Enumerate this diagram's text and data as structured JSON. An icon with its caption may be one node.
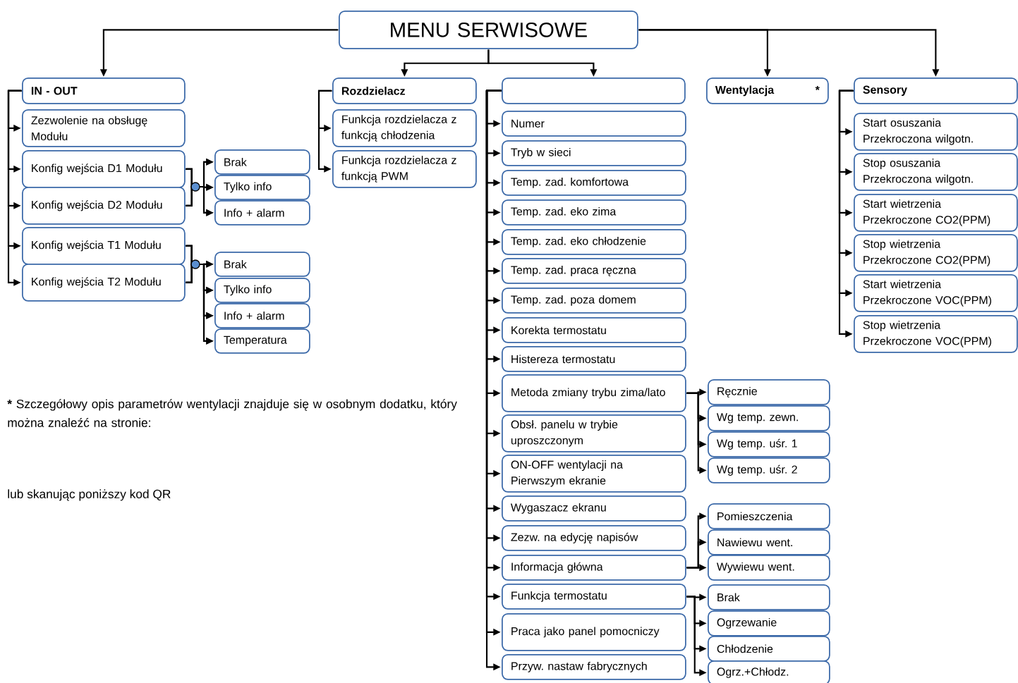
{
  "diagram": {
    "nodes": [
      {
        "text": [
          "MENU SERWISOWE"
        ]
      },
      {
        "text": [
          "IN - OUT"
        ]
      },
      {
        "text": [
          "Zezwolenie na obsługę Modułu"
        ]
      },
      {
        "text": [
          "Konfig wejścia D1 Modułu"
        ]
      },
      {
        "text": [
          "Konfig wejścia D2 Modułu"
        ]
      },
      {
        "text": [
          "Konfig wejścia T1 Modułu"
        ]
      },
      {
        "text": [
          "Konfig wejścia T2 Modułu"
        ]
      },
      {
        "text": [
          "Brak"
        ]
      },
      {
        "text": [
          "Tylko info"
        ]
      },
      {
        "text": [
          "Info + alarm"
        ]
      },
      {
        "text": [
          "Brak"
        ]
      },
      {
        "text": [
          "Tylko info"
        ]
      },
      {
        "text": [
          "Info + alarm"
        ]
      },
      {
        "text": [
          "Temperatura"
        ]
      },
      {
        "text": [
          "Rozdzielacz"
        ]
      },
      {
        "text": [
          "Funkcja rozdzielacza z funkcją chłodzenia"
        ]
      },
      {
        "text": [
          "Funkcja rozdzielacza z funkcją PWM"
        ]
      },
      {
        "text": [],
        "shape": "box"
      },
      {
        "text": [
          "Numer"
        ]
      },
      {
        "text": [
          "Tryb w sieci"
        ]
      },
      {
        "text": [
          "Temp. zad. komfortowa"
        ]
      },
      {
        "text": [
          "Temp. zad. eko zima"
        ]
      },
      {
        "text": [
          "Temp. zad. eko chłodzenie"
        ]
      },
      {
        "text": [
          "Temp. zad. praca ręczna"
        ]
      },
      {
        "text": [
          "Temp. zad. poza domem"
        ]
      },
      {
        "text": [
          "Korekta termostatu"
        ]
      },
      {
        "text": [
          "Histereza termostatu"
        ]
      },
      {
        "text": [
          "Metoda zmiany trybu zima/lato"
        ]
      },
      {
        "text": [
          "Obsł. panelu w trybie uproszczonym"
        ]
      },
      {
        "text": [
          "ON-OFF wentylacji na Pierwszym ekranie"
        ]
      },
      {
        "text": [
          "Wygaszacz ekranu"
        ]
      },
      {
        "text": [
          "Zezw. na edycję napisów"
        ]
      },
      {
        "text": [
          "Informacja główna"
        ]
      },
      {
        "text": [
          "Funkcja termostatu"
        ]
      },
      {
        "text": [
          "Praca jako panel pomocniczy"
        ]
      },
      {
        "text": [
          "Przyw. nastaw fabrycznych"
        ]
      },
      {
        "text": [
          "Ręcznie"
        ]
      },
      {
        "text": [
          "Wg temp. zewn."
        ]
      },
      {
        "text": [
          "Wg temp. uśr. 1"
        ]
      },
      {
        "text": [
          "Wg temp. uśr. 2"
        ]
      },
      {
        "text": [
          "Pomieszczenia"
        ]
      },
      {
        "text": [
          "Nawiewu went."
        ]
      },
      {
        "text": [
          "Wywiewu went."
        ]
      },
      {
        "text": [
          "Brak"
        ]
      },
      {
        "text": [
          "Ogrzewanie"
        ]
      },
      {
        "text": [
          "Chłodzenie"
        ]
      },
      {
        "text": [
          "Ogrz.+Chłodz."
        ]
      },
      {
        "text": [
          "Wentylacja",
          "*"
        ]
      },
      {
        "text": [
          "Sensory"
        ]
      },
      {
        "text": [
          "Start osuszania Przekroczona wilgotn."
        ]
      },
      {
        "text": [
          "Stop osuszania Przekroczona wilgotn."
        ]
      },
      {
        "text": [
          "Start wietrzenia Przekroczone CO2(PPM)"
        ]
      },
      {
        "text": [
          "Stop wietrzenia Przekroczone CO2(PPM)"
        ]
      },
      {
        "text": [
          "Start wietrzenia Przekroczone VOC(PPM)"
        ]
      },
      {
        "text": [
          "Stop wietrzenia Przekroczone VOC(PPM)"
        ]
      }
    ],
    "edges": [
      {
        "from": 0,
        "to": 1,
        "arrow": "to"
      },
      {
        "from": 0,
        "to": 14,
        "arrow": "to"
      },
      {
        "from": 0,
        "to": 17,
        "arrow": "to"
      },
      {
        "from": 0,
        "to": 47,
        "arrow": "to"
      },
      {
        "from": 0,
        "to": 48,
        "arrow": "to"
      },
      {
        "from": 1,
        "to": 2,
        "arrow": "to"
      },
      {
        "from": 1,
        "to": 3,
        "arrow": "to"
      },
      {
        "from": 1,
        "to": 4,
        "arrow": "to"
      },
      {
        "from": 1,
        "to": 5,
        "arrow": "to"
      },
      {
        "from": 1,
        "to": 6,
        "arrow": "to"
      },
      {
        "from": 3,
        "to": 7,
        "arrow": "to"
      },
      {
        "from": 3,
        "to": 8,
        "arrow": "to"
      },
      {
        "from": 3,
        "to": 9,
        "arrow": "to"
      },
      {
        "from": 4,
        "to": 7,
        "arrow": "to"
      },
      {
        "from": 4,
        "to": 8,
        "arrow": "to"
      },
      {
        "from": 4,
        "to": 9,
        "arrow": "to"
      },
      {
        "from": 5,
        "to": 10,
        "arrow": "to"
      },
      {
        "from": 5,
        "to": 11,
        "arrow": "to"
      },
      {
        "from": 5,
        "to": 12,
        "arrow": "to"
      },
      {
        "from": 5,
        "to": 13,
        "arrow": "to"
      },
      {
        "from": 6,
        "to": 10,
        "arrow": "to"
      },
      {
        "from": 6,
        "to": 11,
        "arrow": "to"
      },
      {
        "from": 6,
        "to": 12,
        "arrow": "to"
      },
      {
        "from": 6,
        "to": 13,
        "arrow": "to"
      },
      {
        "from": 14,
        "to": 15,
        "arrow": "to"
      },
      {
        "from": 14,
        "to": 16,
        "arrow": "to"
      },
      {
        "from": 17,
        "to": 18,
        "arrow": "to"
      },
      {
        "from": 17,
        "to": 19,
        "arrow": "to"
      },
      {
        "from": 17,
        "to": 20,
        "arrow": "to"
      },
      {
        "from": 17,
        "to": 21,
        "arrow": "to"
      },
      {
        "from": 17,
        "to": 22,
        "arrow": "to"
      },
      {
        "from": 17,
        "to": 23,
        "arrow": "to"
      },
      {
        "from": 17,
        "to": 24,
        "arrow": "to"
      },
      {
        "from": 17,
        "to": 25,
        "arrow": "to"
      },
      {
        "from": 17,
        "to": 26,
        "arrow": "to"
      },
      {
        "from": 17,
        "to": 27,
        "arrow": "to"
      },
      {
        "from": 17,
        "to": 28,
        "arrow": "to"
      },
      {
        "from": 17,
        "to": 29,
        "arrow": "to"
      },
      {
        "from": 17,
        "to": 30,
        "arrow": "to"
      },
      {
        "from": 17,
        "to": 31,
        "arrow": "to"
      },
      {
        "from": 17,
        "to": 32,
        "arrow": "to"
      },
      {
        "from": 17,
        "to": 33,
        "arrow": "to"
      },
      {
        "from": 17,
        "to": 34,
        "arrow": "to"
      },
      {
        "from": 17,
        "to": 35,
        "arrow": "to"
      },
      {
        "from": 27,
        "to": 36,
        "arrow": "to"
      },
      {
        "from": 27,
        "to": 37,
        "arrow": "to"
      },
      {
        "from": 27,
        "to": 38,
        "arrow": "to"
      },
      {
        "from": 27,
        "to": 39,
        "arrow": "to"
      },
      {
        "from": 32,
        "to": 40,
        "arrow": "to"
      },
      {
        "from": 32,
        "to": 41,
        "arrow": "to"
      },
      {
        "from": 32,
        "to": 42,
        "arrow": "to"
      },
      {
        "from": 33,
        "to": 43,
        "arrow": "to"
      },
      {
        "from": 33,
        "to": 44,
        "arrow": "to"
      },
      {
        "from": 33,
        "to": 45,
        "arrow": "to"
      },
      {
        "from": 33,
        "to": 46,
        "arrow": "to"
      },
      {
        "from": 48,
        "to": 49,
        "arrow": "to"
      },
      {
        "from": 48,
        "to": 50,
        "arrow": "to"
      },
      {
        "from": 48,
        "to": 51,
        "arrow": "to"
      },
      {
        "from": 48,
        "to": 52,
        "arrow": "to"
      },
      {
        "from": 48,
        "to": 53,
        "arrow": "to"
      },
      {
        "from": 48,
        "to": 54,
        "arrow": "to"
      }
    ],
    "labels": [
      "*",
      "Szczegółowy opis parametrów wentylacji znajduje się w osobnym dodatku, który można znaleźć na stronie:",
      "lub skanując poniższy kod QR"
    ]
  }
}
